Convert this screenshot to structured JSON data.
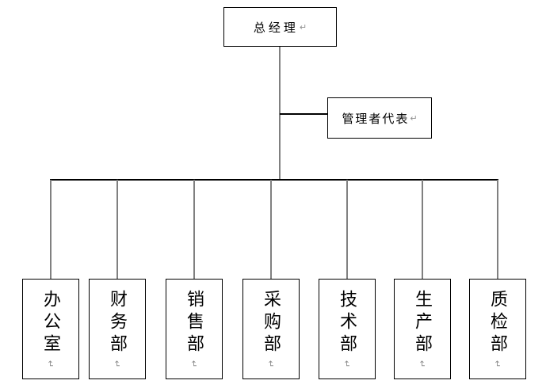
{
  "org_chart": {
    "root": {
      "label": "总经理"
    },
    "staff_node": {
      "label": "管理者代表"
    },
    "departments": [
      {
        "label": "办公室"
      },
      {
        "label": "财务部"
      },
      {
        "label": "销售部"
      },
      {
        "label": "采购部"
      },
      {
        "label": "技术部"
      },
      {
        "label": "生产部"
      },
      {
        "label": "质检部"
      }
    ],
    "paragraph_mark": "↵",
    "colors": {
      "background": "#ffffff",
      "box_border": "#000000",
      "text": "#000000",
      "connector_vertical": "#808080",
      "connector_horizontal": "#000000",
      "paragraph_mark": "#8f8f8f"
    }
  }
}
